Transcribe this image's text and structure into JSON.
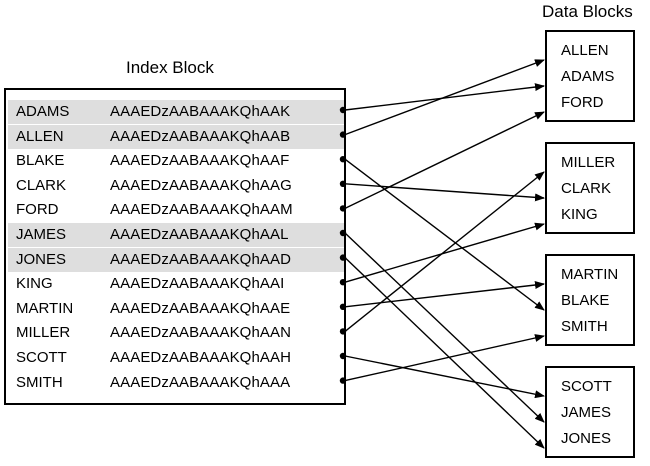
{
  "index_block": {
    "title": "Index Block",
    "entries": [
      {
        "name": "ADAMS",
        "rowid": "AAAEDzAABAAAKQhAAK",
        "target": 0,
        "shaded": true
      },
      {
        "name": "ALLEN",
        "rowid": "AAAEDzAABAAAKQhAAB",
        "target": 0,
        "shaded": true
      },
      {
        "name": "BLAKE",
        "rowid": "AAAEDzAABAAAKQhAAF",
        "target": 2,
        "shaded": false
      },
      {
        "name": "CLARK",
        "rowid": "AAAEDzAABAAAKQhAAG",
        "target": 1,
        "shaded": false
      },
      {
        "name": "FORD",
        "rowid": "AAAEDzAABAAAKQhAAM",
        "target": 0,
        "shaded": false
      },
      {
        "name": "JAMES",
        "rowid": "AAAEDzAABAAAKQhAAL",
        "target": 3,
        "shaded": true
      },
      {
        "name": "JONES",
        "rowid": "AAAEDzAABAAAKQhAAD",
        "target": 3,
        "shaded": true
      },
      {
        "name": "KING",
        "rowid": "AAAEDzAABAAAKQhAAI",
        "target": 1,
        "shaded": false
      },
      {
        "name": "MARTIN",
        "rowid": "AAAEDzAABAAAKQhAAE",
        "target": 2,
        "shaded": false
      },
      {
        "name": "MILLER",
        "rowid": "AAAEDzAABAAAKQhAAN",
        "target": 1,
        "shaded": false
      },
      {
        "name": "SCOTT",
        "rowid": "AAAEDzAABAAAKQhAAH",
        "target": 3,
        "shaded": false
      },
      {
        "name": "SMITH",
        "rowid": "AAAEDzAABAAAKQhAAA",
        "target": 2,
        "shaded": false
      }
    ]
  },
  "data_blocks": {
    "title": "Data Blocks",
    "blocks": [
      {
        "items": [
          "ALLEN",
          "ADAMS",
          "FORD"
        ]
      },
      {
        "items": [
          "MILLER",
          "CLARK",
          "KING"
        ]
      },
      {
        "items": [
          "MARTIN",
          "BLAKE",
          "SMITH"
        ]
      },
      {
        "items": [
          "SCOTT",
          "JAMES",
          "JONES"
        ]
      }
    ]
  },
  "colors": {
    "line": "#000000",
    "shade": "#dedede",
    "border": "#000000"
  }
}
